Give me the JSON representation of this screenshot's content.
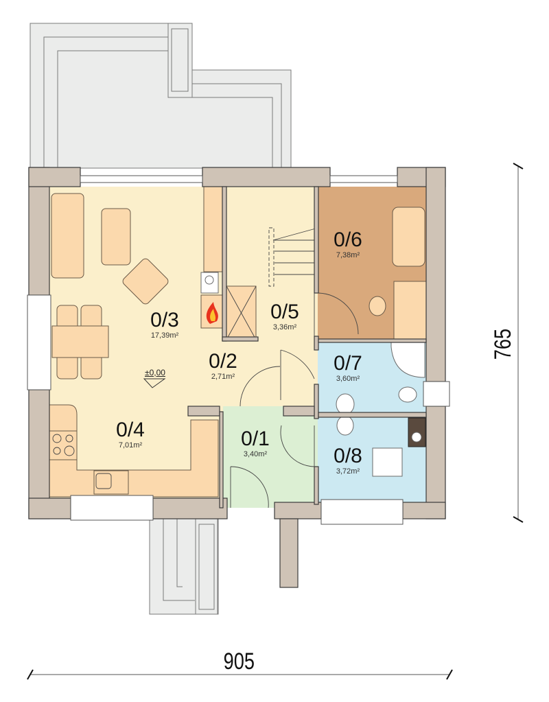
{
  "plan": {
    "rooms": [
      {
        "id": "0/1",
        "area": "3,40m²",
        "color": "#dcefd3"
      },
      {
        "id": "0/2",
        "area": "2,71m²",
        "color": "#fbefcb"
      },
      {
        "id": "0/3",
        "area": "17,39m²",
        "color": "#fbefcb"
      },
      {
        "id": "0/4",
        "area": "7,01m²",
        "color": "#fbefcb"
      },
      {
        "id": "0/5",
        "area": "3,36m²",
        "color": "#fbefcb"
      },
      {
        "id": "0/6",
        "area": "7,38m²",
        "color": "#d9a97c"
      },
      {
        "id": "0/7",
        "area": "3,60m²",
        "color": "#cce9f2"
      },
      {
        "id": "0/8",
        "area": "3,72m²",
        "color": "#cce9f2"
      }
    ],
    "level_mark": "±0,00",
    "dimensions": {
      "width": "905",
      "depth": "765"
    },
    "colors": {
      "wall": "#cfc3b6",
      "terrace": "#ebeceb",
      "furniture": "#fbd9ad"
    }
  }
}
